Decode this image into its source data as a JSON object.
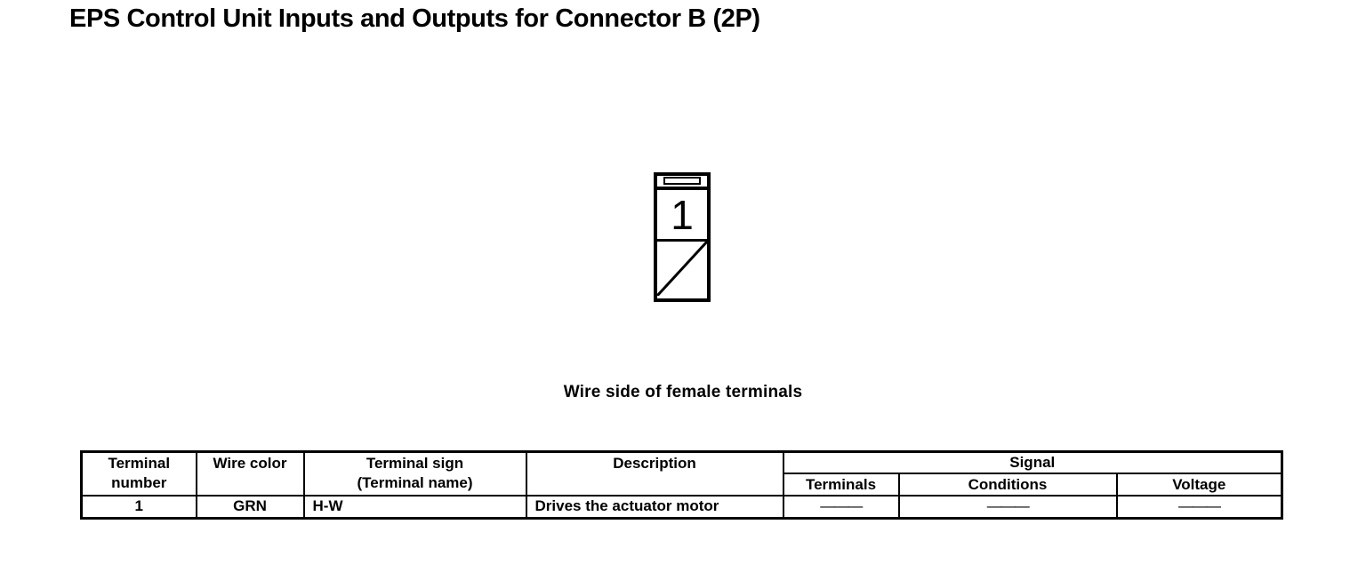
{
  "page": {
    "title": "EPS Control Unit Inputs and Outputs for Connector B (2P)",
    "caption": "Wire side of female terminals",
    "background_color": "#ffffff",
    "ink_color": "#000000"
  },
  "connector": {
    "type": "2P female connector, wire side view",
    "terminal_number": "1",
    "unused_cavity": "diagonal slash (no terminal)"
  },
  "table": {
    "headers": {
      "terminal_number_line1": "Terminal",
      "terminal_number_line2": "number",
      "wire_color": "Wire color",
      "terminal_sign_line1": "Terminal sign",
      "terminal_sign_line2": "(Terminal name)",
      "description": "Description",
      "signal": "Signal",
      "signal_terminals": "Terminals",
      "signal_conditions": "Conditions",
      "signal_voltage": "Voltage"
    },
    "rows": [
      {
        "terminal_number": "1",
        "wire_color": "GRN",
        "terminal_sign": "H-W",
        "description": "Drives the actuator motor",
        "signal_terminals": "———",
        "signal_conditions": "———",
        "signal_voltage": "———"
      }
    ]
  }
}
